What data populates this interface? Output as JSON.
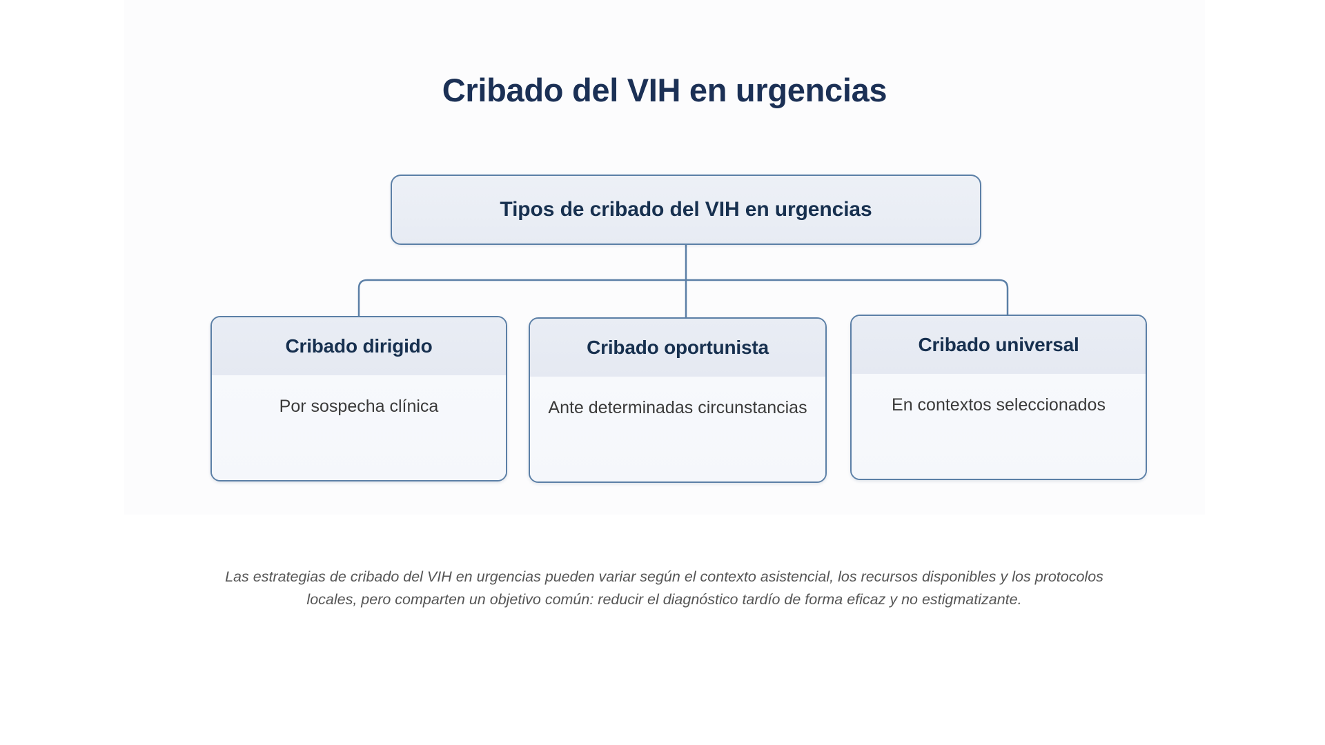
{
  "title": "Cribado del VIH en urgencias",
  "colors": {
    "title_navy": "#1b3055",
    "node_border": "#5b7fa6",
    "node_fill": "#eef1f7",
    "card_header_fill": "#e6eaf2",
    "card_body_fill": "#f6f8fb",
    "heading_navy": "#17304f",
    "body_text": "#3a3a3a",
    "caption_gray": "#555555",
    "panel_background": "#fcfcfd",
    "page_background": "#ffffff"
  },
  "diagram": {
    "type": "org-chart",
    "root": {
      "label": "Tipos de cribado del VIH en urgencias"
    },
    "children": [
      {
        "heading": "Cribado dirigido",
        "description": "Por sospecha clínica"
      },
      {
        "heading": "Cribado oportunista",
        "description": "Ante determinadas circunstancias"
      },
      {
        "heading": "Cribado universal",
        "description": "En contextos seleccionados"
      }
    ]
  },
  "caption": "Las estrategias de cribado del VIH en urgencias pueden variar según el contexto asistencial, los recursos disponibles y los protocolos locales, pero comparten un objetivo común: reducir el diagnóstico tardío de forma eficaz y no estigmatizante."
}
